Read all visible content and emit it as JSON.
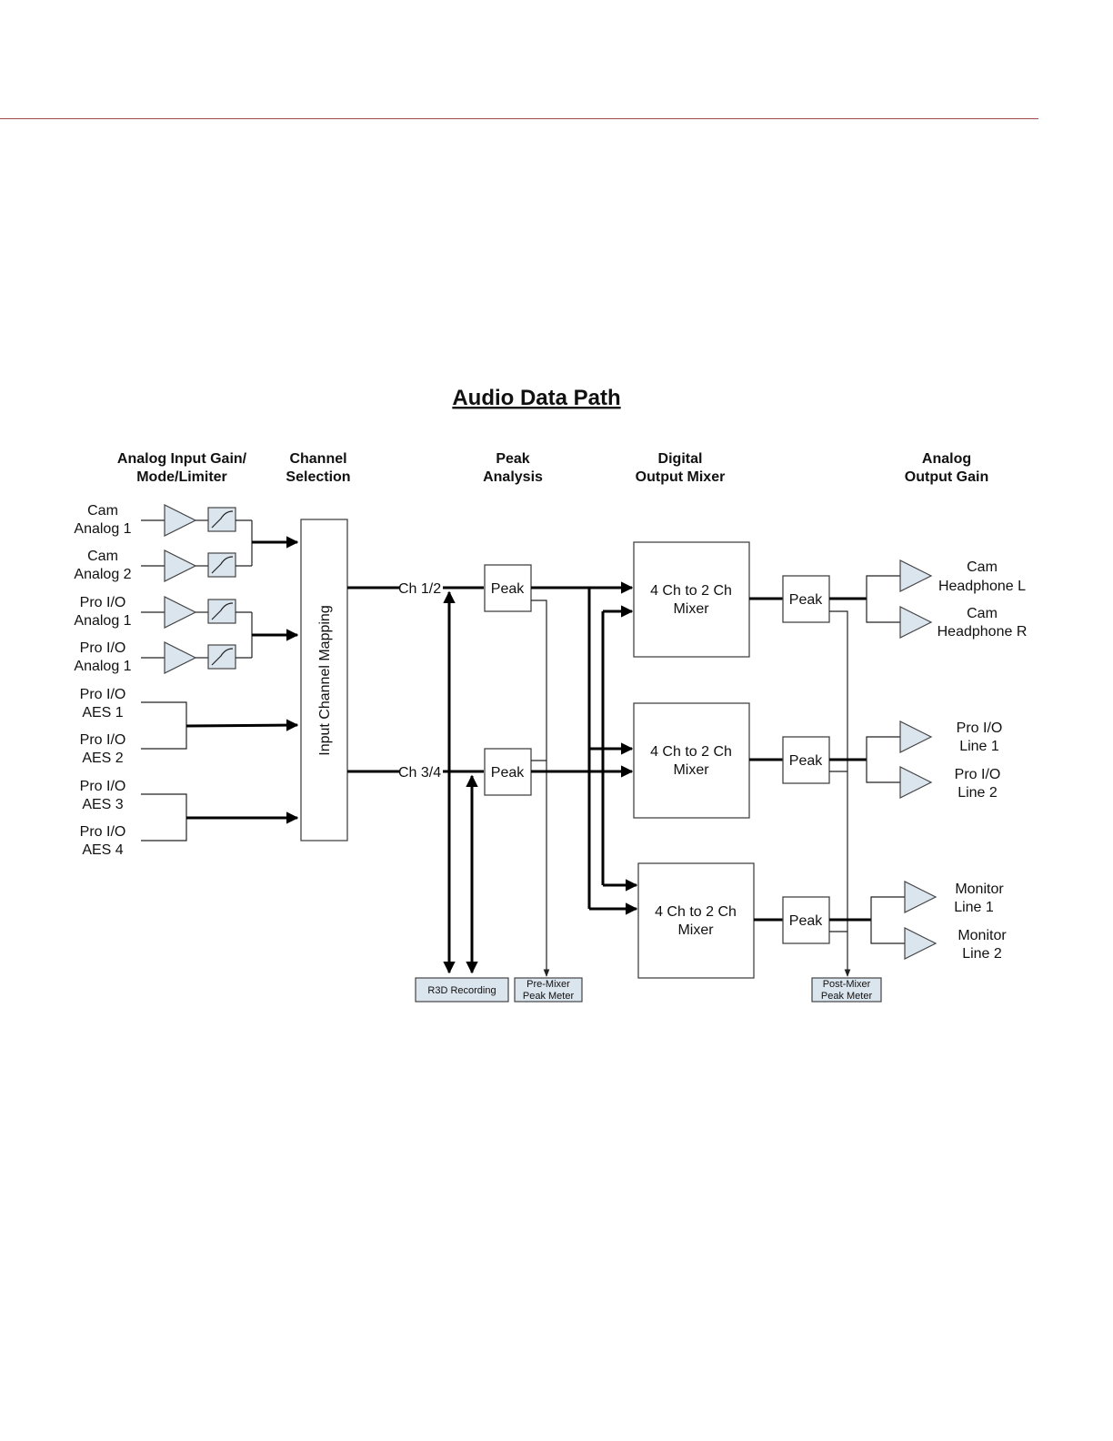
{
  "title": "Audio Data Path",
  "columns": {
    "input_gain": [
      "Analog Input Gain/",
      "Mode/Limiter"
    ],
    "channel_selection": [
      "Channel",
      "Selection"
    ],
    "peak_analysis": [
      "Peak",
      "Analysis"
    ],
    "digital_mixer": [
      "Digital",
      "Output Mixer"
    ],
    "output_gain": [
      "Analog",
      "Output Gain"
    ]
  },
  "inputs": [
    [
      "Cam",
      "Analog 1"
    ],
    [
      "Cam",
      "Analog 2"
    ],
    [
      "Pro I/O",
      "Analog 1"
    ],
    [
      "Pro I/O",
      "Analog 1"
    ],
    [
      "Pro I/O",
      "AES 1"
    ],
    [
      "Pro I/O",
      "AES 2"
    ],
    [
      "Pro I/O",
      "AES 3"
    ],
    [
      "Pro I/O",
      "AES 4"
    ]
  ],
  "mapping_label": "Input Channel Mapping",
  "channels": [
    "Ch 1/2",
    "Ch 3/4"
  ],
  "peak_label": "Peak",
  "mixer_label": [
    "4 Ch to 2 Ch",
    "Mixer"
  ],
  "outputs": [
    [
      "Cam",
      "Headphone L"
    ],
    [
      "Cam",
      "Headphone R"
    ],
    [
      "Pro I/O",
      "Line 1"
    ],
    [
      "Pro I/O",
      "Line 2"
    ],
    [
      "Monitor",
      "Line 1"
    ],
    [
      "Monitor",
      "Line 2"
    ]
  ],
  "meters": {
    "recording": "R3D Recording",
    "pre_mixer": [
      "Pre-Mixer",
      "Peak Meter"
    ],
    "post_mixer": [
      "Post-Mixer",
      "Peak Meter"
    ]
  },
  "colors": {
    "header_rule": "#a0484a",
    "component_fill": "#dbe5ee"
  }
}
